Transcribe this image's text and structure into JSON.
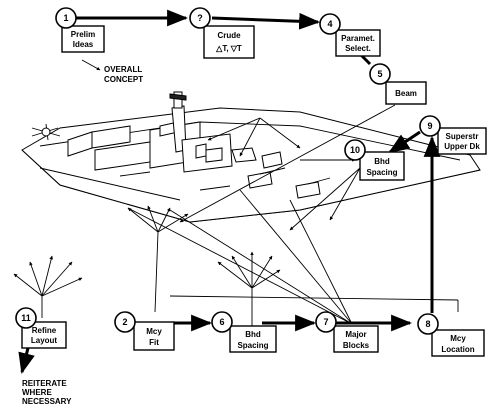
{
  "steps": [
    {
      "num": "1",
      "line1": "Prelim",
      "line2": "Ideas"
    },
    {
      "num": "?",
      "line1": "Crude",
      "line2": "△T, ▽T"
    },
    {
      "num": "4",
      "line1": "Paramet.",
      "line2": "Select."
    },
    {
      "num": "5",
      "line1": "Beam",
      "line2": ""
    },
    {
      "num": "9",
      "line1": "Superstr",
      "line2": "Upper Dk"
    },
    {
      "num": "10",
      "line1": "Bhd",
      "line2": "Spacing"
    },
    {
      "num": "11",
      "line1": "Refine",
      "line2": "Layout"
    },
    {
      "num": "2",
      "line1": "Mcy",
      "line2": "Fit"
    },
    {
      "num": "6",
      "line1": "Bhd",
      "line2": "Spacing"
    },
    {
      "num": "7",
      "line1": "Major",
      "line2": "Blocks"
    },
    {
      "num": "8",
      "line1": "Mcy",
      "line2": "Location"
    }
  ],
  "notes": {
    "overall_line1": "OVERALL",
    "overall_line2": "CONCEPT",
    "reiterate_line1": "REITERATE",
    "reiterate_line2": "WHERE",
    "reiterate_line3": "NECESSARY"
  }
}
